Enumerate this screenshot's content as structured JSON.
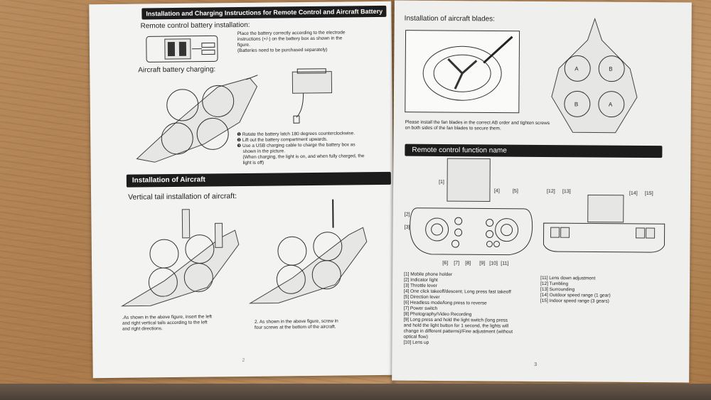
{
  "left_page": {
    "header_bar": "Installation and Charging Instructions for Remote Control and Aircraft Battery",
    "rc_battery_title": "Remote control battery installation:",
    "rc_battery_note": [
      "Place the battery correctly according to the electrode",
      "instructions (+/-) on the battery box as shown in the",
      "figure.",
      "(Batteries need to be purchased separately)"
    ],
    "aircraft_charging_title": "Aircraft battery charging:",
    "charging_steps": [
      "❶ Rotate the battery latch 180 degrees counterclockwise.",
      "❷ Lift out the battery compartment upwards.",
      "❸ Use a USB charging cable to charge the battery box as",
      "shown in the picture.",
      "(When charging, the light is on, and when fully charged, the",
      "light is off)"
    ],
    "installation_bar": "Installation of Aircraft",
    "vertical_tail_title": "Vertical tail installation of aircraft:",
    "caption_1": [
      ".As shown in the above figure, insert the left",
      "and right vertical tails according to the left",
      "and right directions."
    ],
    "caption_2": [
      "2. As shown in the above figure, screw in",
      "four screws at the bottom of the aircraft."
    ],
    "page_number": "2"
  },
  "right_page": {
    "blades_title": "Installation of aircraft blades:",
    "blades_note": [
      "Please install the fan blades in the correct AB order and tighten screws",
      "on both sides of the fan blades to secure them."
    ],
    "rc_function_bar": "Remote control function name",
    "callouts": [
      "[1]",
      "[2]",
      "[3]",
      "[4]",
      "[5]",
      "[6]",
      "[7]",
      "[8]",
      "[9]",
      "[10]",
      "[11]",
      "[12]",
      "[13]",
      "[14]",
      "[15]"
    ],
    "functions_left": [
      "[1] Mobile phone holder",
      "[2] Indicator light",
      "[3] Throttle lever",
      "[4] One click takeoff/descent; Long press fast takeoff",
      "[5] Direction lever",
      "[6] Headless mode/long press to reverse",
      "[7] Power switch",
      "[8] Photography/Video Recording",
      "[9] Long press and hold the light switch (long press",
      "and hold the light button for 1 second, the lights will",
      "change in different patterns)/Fine adjustment (without",
      "optical flow)",
      "[10] Lens up"
    ],
    "functions_right": [
      "[11] Lens down adjustment",
      "[12] Tumbling",
      "[13] Surrounding",
      "[14] Outdoor speed range (1 gear)",
      "[15] Indoor speed range (3 gears)"
    ],
    "page_number": "3"
  }
}
